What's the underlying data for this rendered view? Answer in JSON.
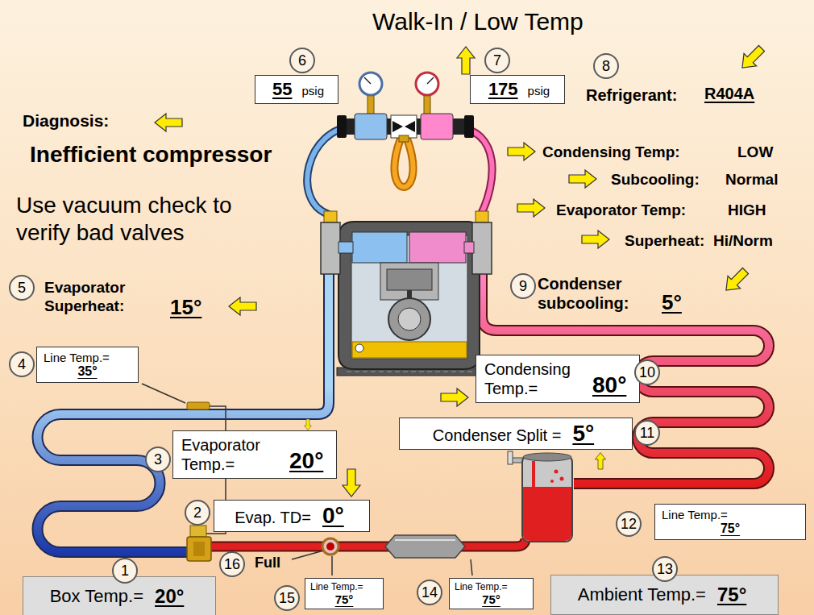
{
  "diagram": {
    "title": "Walk-In / Low Temp",
    "nodes": [
      {
        "text": [
          "6"
        ]
      },
      {
        "text": [
          "7"
        ]
      },
      {
        "text": [
          "8"
        ]
      },
      {
        "text": [
          "55",
          "psig"
        ]
      },
      {
        "text": [
          "175",
          "psig"
        ]
      },
      {
        "text": [
          "5"
        ]
      },
      {
        "text": [
          "9"
        ]
      },
      {
        "text": [
          "Line Temp.=",
          "35°"
        ]
      },
      {
        "text": [
          "4"
        ]
      },
      {
        "text": [
          "10"
        ]
      },
      {
        "text": [
          "Condensing Temp.=",
          "80°"
        ]
      },
      {
        "text": [
          "11"
        ]
      },
      {
        "text": [
          "Condenser Split =",
          "5°"
        ]
      },
      {
        "text": [
          "3"
        ]
      },
      {
        "text": [
          "Evaporator Temp.=",
          "20°"
        ]
      },
      {
        "text": [
          "2"
        ]
      },
      {
        "text": [
          "Evap. TD=",
          "0°"
        ]
      },
      {
        "text": [
          "12"
        ]
      },
      {
        "text": [
          "Line Temp.=",
          "75°"
        ]
      },
      {
        "text": [
          "16"
        ]
      },
      {
        "text": [
          "1"
        ]
      },
      {
        "text": [
          "Box Temp.=",
          "20°"
        ]
      },
      {
        "text": [
          "13"
        ]
      },
      {
        "text": [
          "Ambient Temp.=",
          "75°"
        ]
      },
      {
        "text": [
          "15"
        ]
      },
      {
        "text": [
          "Line Temp.=",
          "75°"
        ]
      },
      {
        "text": [
          "14"
        ]
      },
      {
        "text": [
          "Line Temp.=",
          "75°"
        ]
      }
    ],
    "labels": [
      "Diagnosis:",
      "Inefficient compressor",
      "Use vacuum check to verify bad valves",
      "Refrigerant:",
      "R404A",
      "Condensing Temp:",
      "LOW",
      "Subcooling:",
      "Normal",
      "Evaporator Temp:",
      "HIGH",
      "Superheat:",
      "Hi/Norm",
      "Evaporator Superheat:",
      "15°",
      "Condenser subcooling:",
      "5°",
      "Full"
    ]
  }
}
